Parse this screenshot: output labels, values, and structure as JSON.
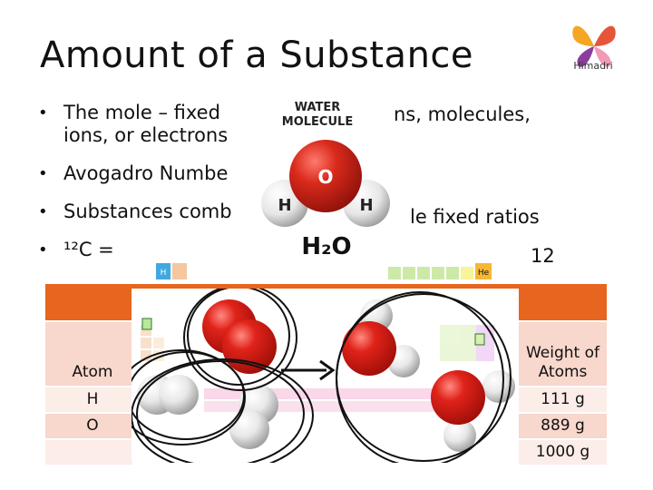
{
  "slide": {
    "title": "Amount of a Substance",
    "logo_text": "Himadri",
    "bullets": [
      {
        "line1": "The mole – fixed",
        "line1_right": "ns, molecules,",
        "line2": "ions, or electrons"
      },
      {
        "line1": "Avogadro Numbe"
      },
      {
        "line1": "Substances comb",
        "line1_right": "le fixed ratios"
      },
      {
        "line1": "¹²C  =",
        "line1_right": "12"
      }
    ]
  },
  "molecule_figure": {
    "heading_line1": "WATER",
    "heading_line2": "MOLECULE",
    "atom_o": "O",
    "atom_h_left": "H",
    "atom_h_right": "H",
    "formula": "H₂O"
  },
  "periodic_strip": {
    "h_symbol": "H",
    "he_symbol": "He"
  },
  "table": {
    "header_atom": "Atom",
    "header_weight_line1": "Weight of",
    "header_weight_line2": "Atoms",
    "rows": [
      {
        "atom": "H",
        "weight": "111 g"
      },
      {
        "atom": "O",
        "weight": "889 g"
      },
      {
        "atom": "",
        "weight": "1000 g"
      }
    ]
  },
  "colors": {
    "orange": "#E7651E",
    "band": "#F8D7CC",
    "band_light": "#FCEDE8",
    "oxygen": "#E0231A",
    "hydrogen": "#EDEDED"
  }
}
